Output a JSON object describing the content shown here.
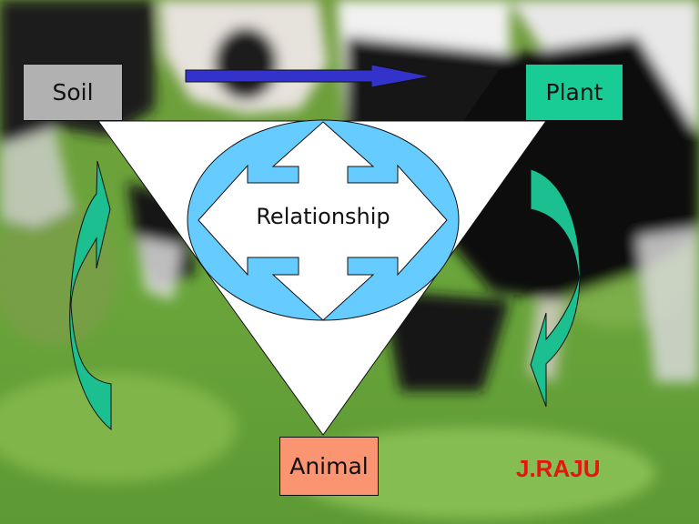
{
  "slide": {
    "nodes": {
      "soil": "Soil",
      "plant": "Plant",
      "animal": "Animal"
    },
    "center_label": "Relationship",
    "author": "J.RAJU",
    "colors": {
      "soil_box": "#b1b1b1",
      "plant_box": "#19cc96",
      "animal_box": "#fb9470",
      "ellipse": "#66ccff",
      "blue_arrow": "#3333cc",
      "cycle_arrows": "#1cbf8f",
      "author_text": "#e6150f",
      "triangle": "#ffffff"
    },
    "icons": {
      "soil_to_plant": "arrow-right-icon",
      "center": "four-way-arrow-icon",
      "left_cycle": "curved-arrow-up-icon",
      "right_cycle": "curved-arrow-down-icon"
    },
    "background": "cows-grazing-on-grass-photo"
  }
}
